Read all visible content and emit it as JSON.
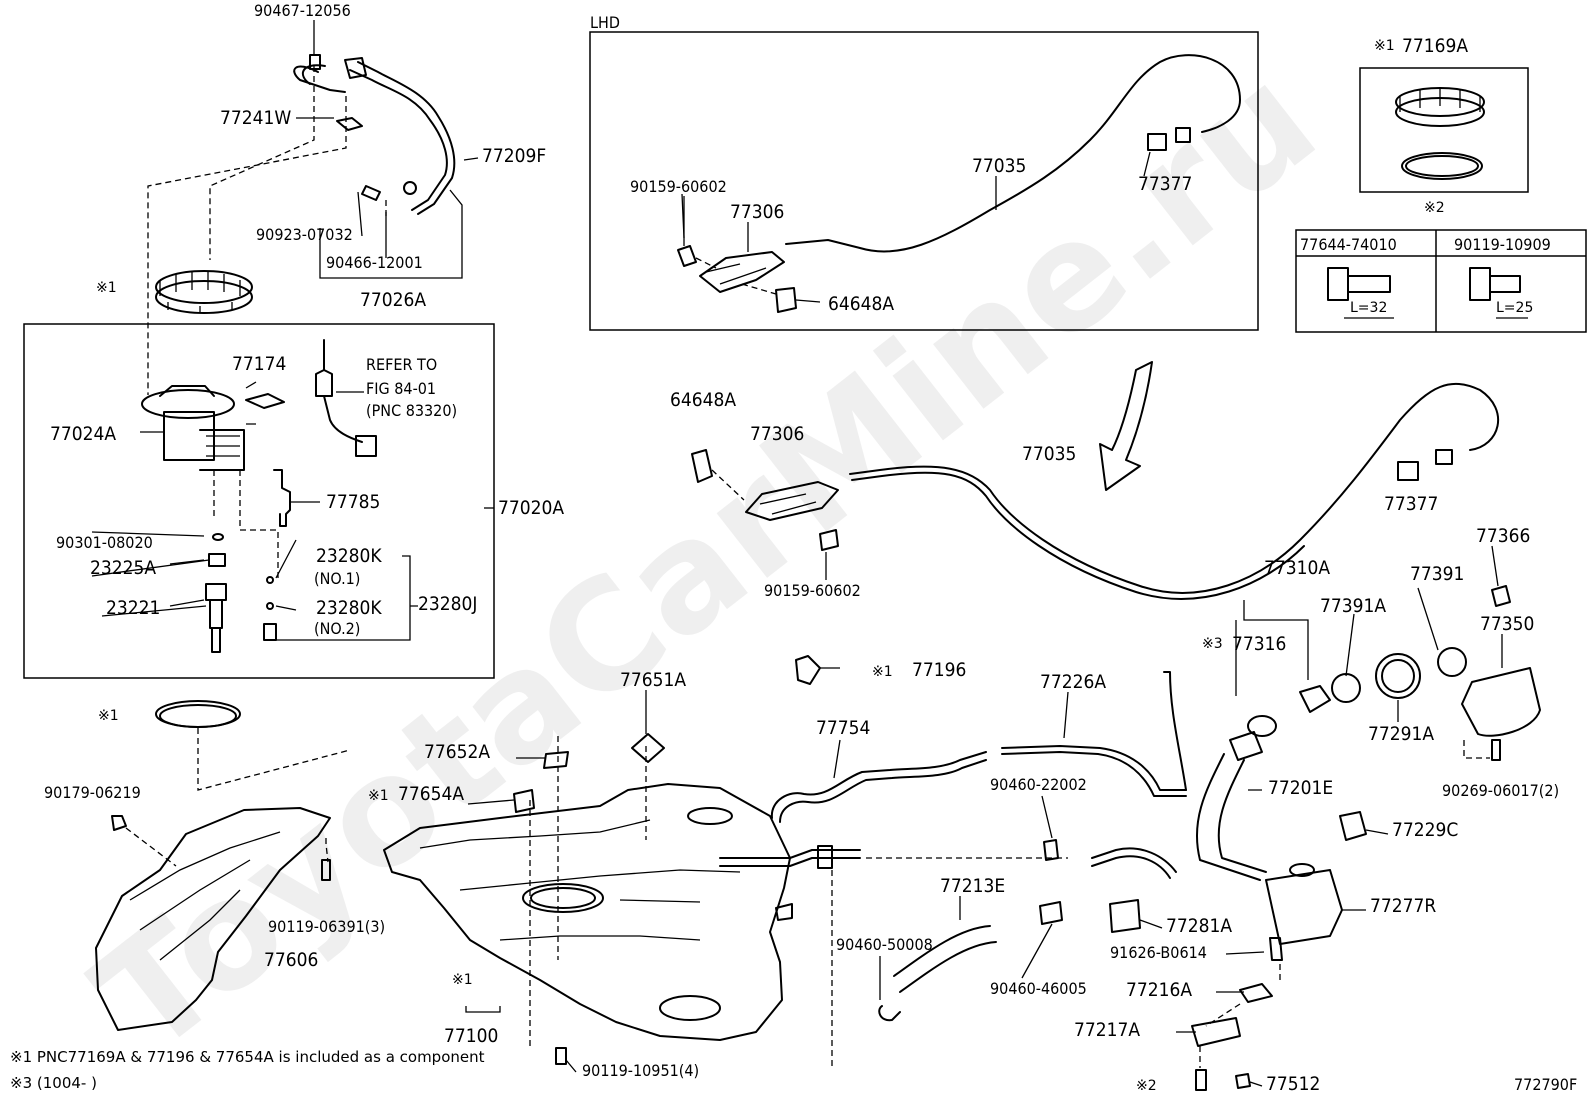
{
  "labels": {
    "p90467_12056": "90467-12056",
    "p77241W": "77241W",
    "p77209F": "77209F",
    "p90923_07032": "90923-07032",
    "p90466_12001": "90466-12001",
    "p77026A": "77026A",
    "mark1_ring": "※1",
    "p77174": "77174",
    "refer_line1": "REFER TO",
    "refer_line2": "FIG 84-01",
    "refer_line3": "(PNC 83320)",
    "p77024A": "77024A",
    "p77785": "77785",
    "p77020A": "77020A",
    "p90301_08020": "90301-08020",
    "p23225A": "23225A",
    "p23280K_1": "23280K",
    "no1": "(NO.1)",
    "p23280J": "23280J",
    "p23221": "23221",
    "p23280K_2": "23280K",
    "no2": "(NO.2)",
    "mark1_gasket": "※1",
    "p90179_06219": "90179-06219",
    "p90119_06391": "90119-06391(3)",
    "p77606": "77606",
    "lhd": "LHD",
    "p90159_60602_top": "90159-60602",
    "p77306_top": "77306",
    "p77035_top": "77035",
    "p77377_top": "77377",
    "p64648A_top": "64648A",
    "mark1_77169A": "※1",
    "p77169A": "77169A",
    "mark2": "※2",
    "p77644_74010": "77644-74010",
    "p90119_10909": "90119-10909",
    "l32": "L=32",
    "l25": "L=25",
    "p64648A": "64648A",
    "p77306": "77306",
    "p77035": "77035",
    "p77377": "77377",
    "p90159_60602": "90159-60602",
    "p77366": "77366",
    "p77310A": "77310A",
    "p77391": "77391",
    "p77391A": "77391A",
    "mark3": "※3",
    "p77316": "77316",
    "p77350": "77350",
    "p77291A": "77291A",
    "p90269_06017": "90269-06017(2)",
    "mark1_77196": "※1",
    "p77196": "77196",
    "p77651A": "77651A",
    "p77226A": "77226A",
    "p77754": "77754",
    "p77652A": "77652A",
    "mark1_77654A": "※1",
    "p77654A": "77654A",
    "p90460_22002": "90460-22002",
    "p77201E": "77201E",
    "p77229C": "77229C",
    "p77213E": "77213E",
    "p77281A": "77281A",
    "p77277R": "77277R",
    "p90460_50008": "90460-50008",
    "p91626_B0614": "91626-B0614",
    "p90460_46005": "90460-46005",
    "p77216A": "77216A",
    "mark1_tank": "※1",
    "p77100": "77100",
    "p77217A": "77217A",
    "p90119_10951": "90119-10951(4)",
    "mark2_bottom": "※2",
    "p77512": "77512"
  },
  "notes": {
    "note1": "※1 PNC77169A & 77196 & 77654A is included as a component",
    "note3": "※3 (1004-          )"
  },
  "figure_id": "772790F",
  "watermark": "ToyotaCarMine.ru"
}
